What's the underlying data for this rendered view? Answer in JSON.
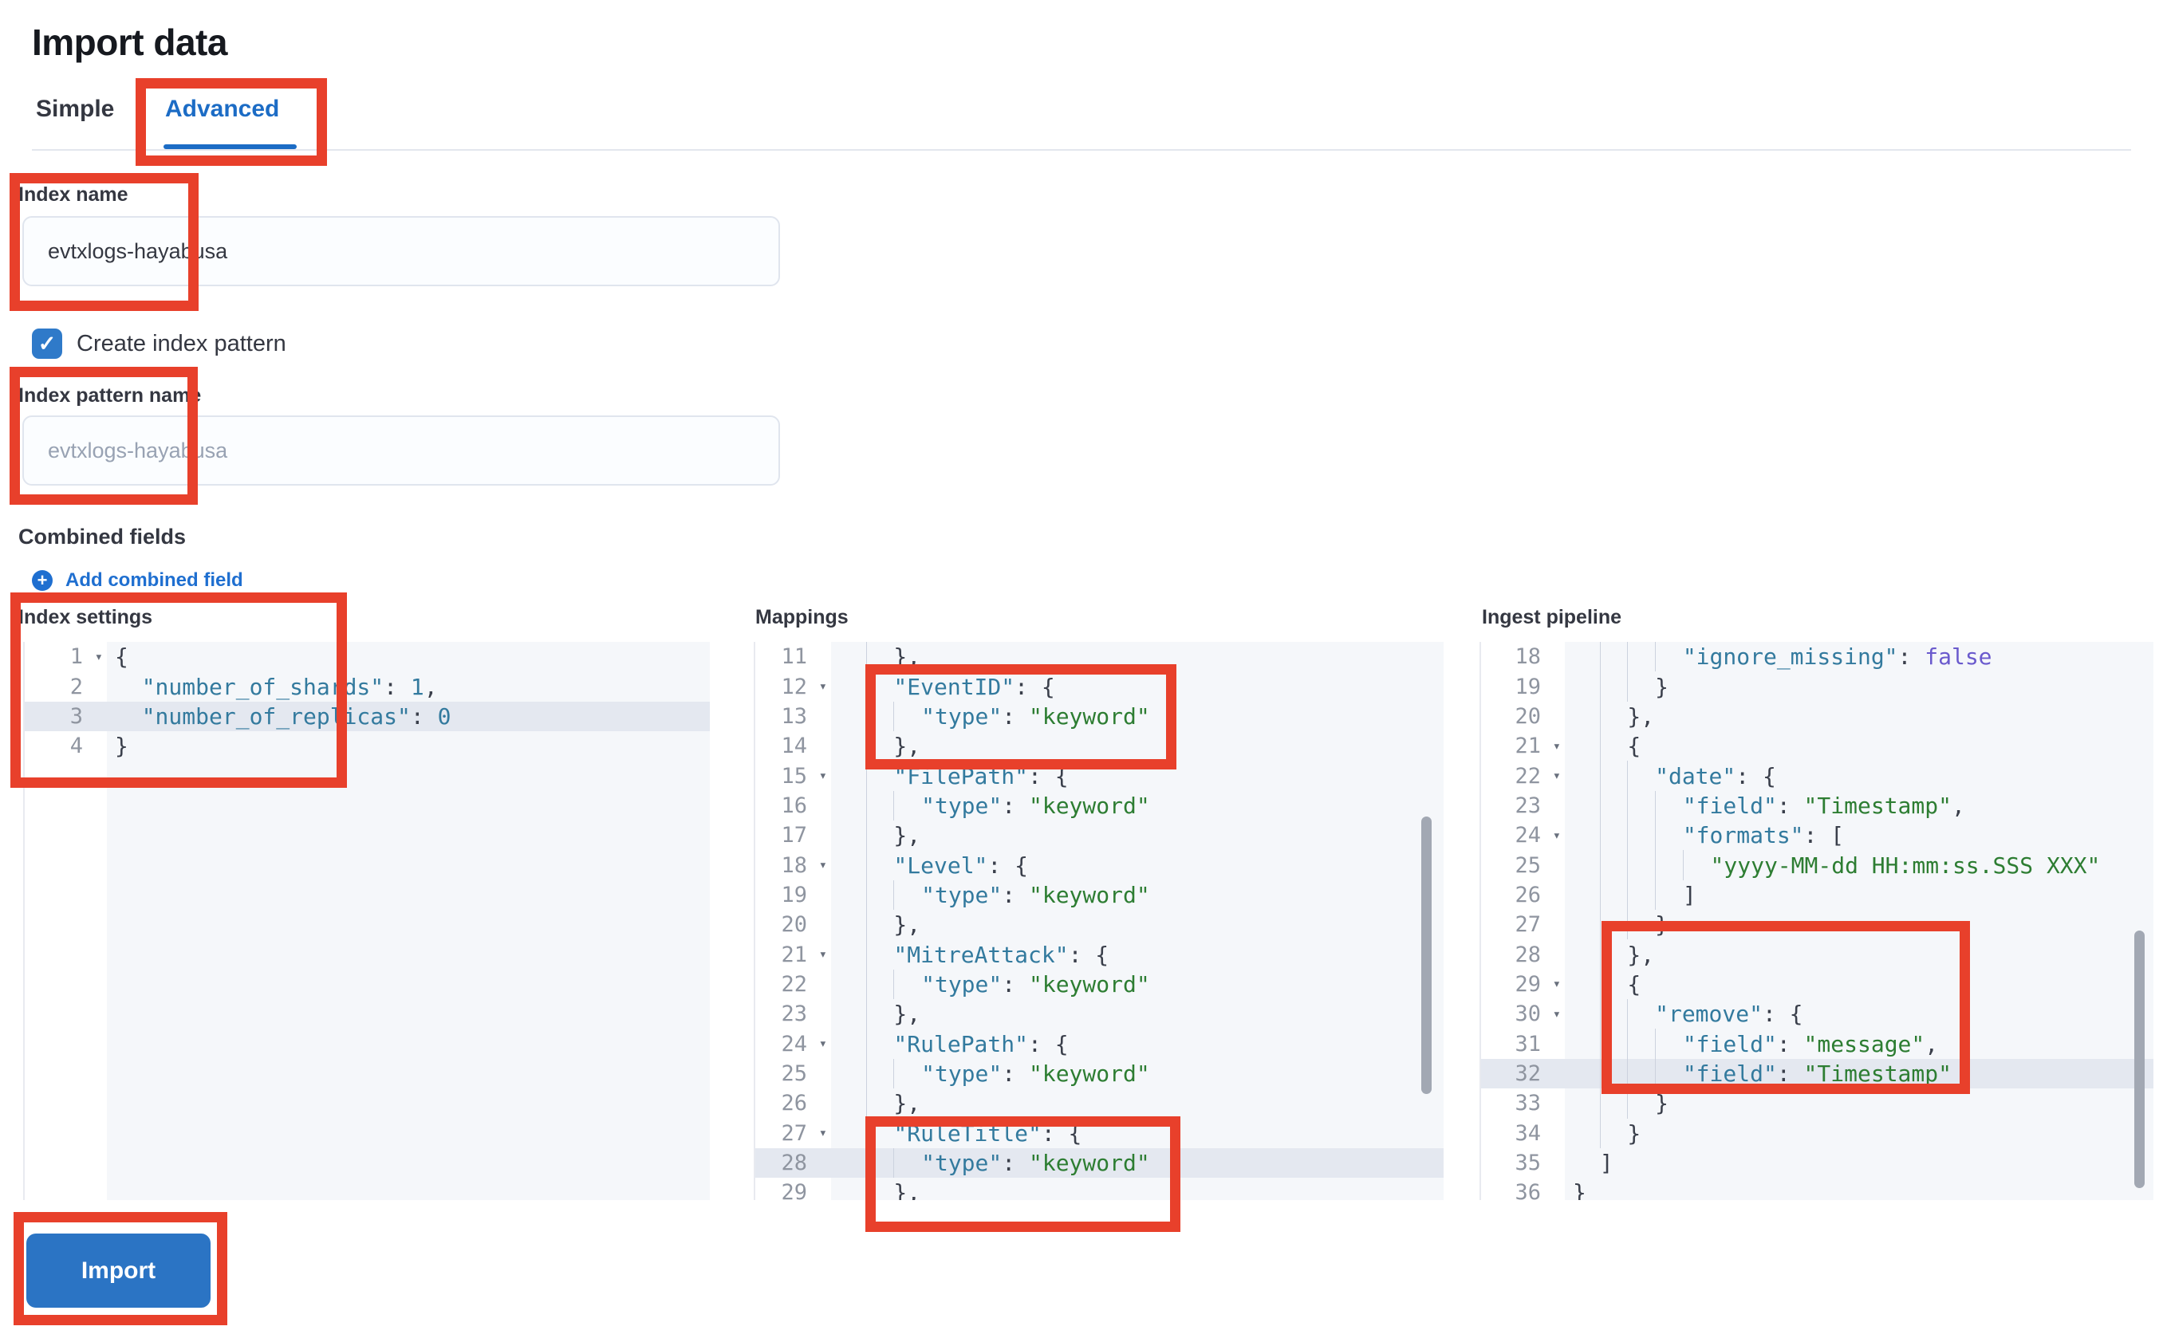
{
  "page": {
    "title": "Import data"
  },
  "tabs": [
    {
      "label": "Simple",
      "active": false
    },
    {
      "label": "Advanced",
      "active": true
    }
  ],
  "form": {
    "index_name": {
      "label": "Index name",
      "value": "evtxlogs-hayabusa"
    },
    "create_index_pattern": {
      "label": "Create index pattern",
      "checked": true
    },
    "index_pattern_name": {
      "label": "Index pattern name",
      "placeholder": "evtxlogs-hayabusa"
    },
    "combined_fields": {
      "label": "Combined fields",
      "add_link": "Add combined field"
    }
  },
  "import_button": {
    "label": "Import"
  },
  "icons": {
    "add": "plus-in-circle-icon",
    "checkbox": "check-icon",
    "fold": "chevron-down-icon"
  },
  "colors": {
    "primary_blue": "#2b74c4",
    "checkbox_blue": "#2f7ac9",
    "link_blue": "#1f6fd0",
    "tab_blue": "#1c6cc5",
    "annotation_red": "#e8402b",
    "editor_bg": "#f5f7fa",
    "active_line_bg": "#e4e8f0",
    "syntax_key": "#337a9e",
    "syntax_string": "#2d7d32",
    "syntax_boolean": "#6a5acd",
    "syntax_number": "#337a9e"
  },
  "editors": [
    {
      "label": "Index settings",
      "active_line": 3,
      "lines": [
        {
          "n": 1,
          "i": 0,
          "fold": true,
          "t": [
            [
              "p",
              "{"
            ]
          ]
        },
        {
          "n": 2,
          "i": 1,
          "t": [
            [
              "k",
              "\"number_of_shards\""
            ],
            [
              "p",
              ": "
            ],
            [
              "n",
              "1"
            ],
            [
              "p",
              ","
            ]
          ]
        },
        {
          "n": 3,
          "i": 1,
          "hl": true,
          "t": [
            [
              "k",
              "\"number_of_replicas\""
            ],
            [
              "p",
              ": "
            ],
            [
              "n",
              "0"
            ]
          ]
        },
        {
          "n": 4,
          "i": 0,
          "t": [
            [
              "p",
              "}"
            ]
          ]
        }
      ]
    },
    {
      "label": "Mappings",
      "active_line": 28,
      "lines": [
        {
          "n": 11,
          "i": 2,
          "t": [
            [
              "p",
              "},"
            ]
          ]
        },
        {
          "n": 12,
          "i": 2,
          "fold": true,
          "t": [
            [
              "k",
              "\"EventID\""
            ],
            [
              "p",
              ": {"
            ]
          ]
        },
        {
          "n": 13,
          "i": 3,
          "t": [
            [
              "k",
              "\"type\""
            ],
            [
              "p",
              ": "
            ],
            [
              "s",
              "\"keyword\""
            ]
          ]
        },
        {
          "n": 14,
          "i": 2,
          "t": [
            [
              "p",
              "},"
            ]
          ]
        },
        {
          "n": 15,
          "i": 2,
          "fold": true,
          "t": [
            [
              "k",
              "\"FilePath\""
            ],
            [
              "p",
              ": {"
            ]
          ]
        },
        {
          "n": 16,
          "i": 3,
          "t": [
            [
              "k",
              "\"type\""
            ],
            [
              "p",
              ": "
            ],
            [
              "s",
              "\"keyword\""
            ]
          ]
        },
        {
          "n": 17,
          "i": 2,
          "t": [
            [
              "p",
              "},"
            ]
          ]
        },
        {
          "n": 18,
          "i": 2,
          "fold": true,
          "t": [
            [
              "k",
              "\"Level\""
            ],
            [
              "p",
              ": {"
            ]
          ]
        },
        {
          "n": 19,
          "i": 3,
          "t": [
            [
              "k",
              "\"type\""
            ],
            [
              "p",
              ": "
            ],
            [
              "s",
              "\"keyword\""
            ]
          ]
        },
        {
          "n": 20,
          "i": 2,
          "t": [
            [
              "p",
              "},"
            ]
          ]
        },
        {
          "n": 21,
          "i": 2,
          "fold": true,
          "t": [
            [
              "k",
              "\"MitreAttack\""
            ],
            [
              "p",
              ": {"
            ]
          ]
        },
        {
          "n": 22,
          "i": 3,
          "t": [
            [
              "k",
              "\"type\""
            ],
            [
              "p",
              ": "
            ],
            [
              "s",
              "\"keyword\""
            ]
          ]
        },
        {
          "n": 23,
          "i": 2,
          "t": [
            [
              "p",
              "},"
            ]
          ]
        },
        {
          "n": 24,
          "i": 2,
          "fold": true,
          "t": [
            [
              "k",
              "\"RulePath\""
            ],
            [
              "p",
              ": {"
            ]
          ]
        },
        {
          "n": 25,
          "i": 3,
          "t": [
            [
              "k",
              "\"type\""
            ],
            [
              "p",
              ": "
            ],
            [
              "s",
              "\"keyword\""
            ]
          ]
        },
        {
          "n": 26,
          "i": 2,
          "t": [
            [
              "p",
              "},"
            ]
          ]
        },
        {
          "n": 27,
          "i": 2,
          "fold": true,
          "t": [
            [
              "k",
              "\"RuleTitle\""
            ],
            [
              "p",
              ": {"
            ]
          ]
        },
        {
          "n": 28,
          "i": 3,
          "hl": true,
          "t": [
            [
              "k",
              "\"type\""
            ],
            [
              "p",
              ": "
            ],
            [
              "s",
              "\"keyword\""
            ]
          ]
        },
        {
          "n": 29,
          "i": 2,
          "t": [
            [
              "p",
              "},"
            ]
          ]
        }
      ]
    },
    {
      "label": "Ingest pipeline",
      "active_line": 32,
      "lines": [
        {
          "n": 18,
          "i": 4,
          "t": [
            [
              "k",
              "\"ignore_missing\""
            ],
            [
              "p",
              ": "
            ],
            [
              "b",
              "false"
            ]
          ]
        },
        {
          "n": 19,
          "i": 3,
          "t": [
            [
              "p",
              "}"
            ]
          ]
        },
        {
          "n": 20,
          "i": 2,
          "t": [
            [
              "p",
              "},"
            ]
          ]
        },
        {
          "n": 21,
          "i": 2,
          "fold": true,
          "t": [
            [
              "p",
              "{"
            ]
          ]
        },
        {
          "n": 22,
          "i": 3,
          "fold": true,
          "t": [
            [
              "k",
              "\"date\""
            ],
            [
              "p",
              ": {"
            ]
          ]
        },
        {
          "n": 23,
          "i": 4,
          "t": [
            [
              "k",
              "\"field\""
            ],
            [
              "p",
              ": "
            ],
            [
              "s",
              "\"Timestamp\""
            ],
            [
              "p",
              ","
            ]
          ]
        },
        {
          "n": 24,
          "i": 4,
          "fold": true,
          "t": [
            [
              "k",
              "\"formats\""
            ],
            [
              "p",
              ": ["
            ]
          ]
        },
        {
          "n": 25,
          "i": 5,
          "t": [
            [
              "s",
              "\"yyyy-MM-dd HH:mm:ss.SSS XXX\""
            ]
          ]
        },
        {
          "n": 26,
          "i": 4,
          "t": [
            [
              "p",
              "]"
            ]
          ]
        },
        {
          "n": 27,
          "i": 3,
          "t": [
            [
              "p",
              "}"
            ]
          ]
        },
        {
          "n": 28,
          "i": 2,
          "t": [
            [
              "p",
              "},"
            ]
          ]
        },
        {
          "n": 29,
          "i": 2,
          "fold": true,
          "t": [
            [
              "p",
              "{"
            ]
          ]
        },
        {
          "n": 30,
          "i": 3,
          "fold": true,
          "t": [
            [
              "k",
              "\"remove\""
            ],
            [
              "p",
              ": {"
            ]
          ]
        },
        {
          "n": 31,
          "i": 4,
          "t": [
            [
              "k",
              "\"field\""
            ],
            [
              "p",
              ": "
            ],
            [
              "s",
              "\"message\""
            ],
            [
              "p",
              ","
            ]
          ]
        },
        {
          "n": 32,
          "i": 4,
          "hl": true,
          "t": [
            [
              "k",
              "\"field\""
            ],
            [
              "p",
              ": "
            ],
            [
              "s",
              "\"Timestamp\""
            ]
          ]
        },
        {
          "n": 33,
          "i": 3,
          "t": [
            [
              "p",
              "}"
            ]
          ]
        },
        {
          "n": 34,
          "i": 2,
          "t": [
            [
              "p",
              "}"
            ]
          ]
        },
        {
          "n": 35,
          "i": 1,
          "t": [
            [
              "p",
              "]"
            ]
          ]
        },
        {
          "n": 36,
          "i": 0,
          "t": [
            [
              "p",
              "}"
            ]
          ]
        }
      ]
    }
  ]
}
